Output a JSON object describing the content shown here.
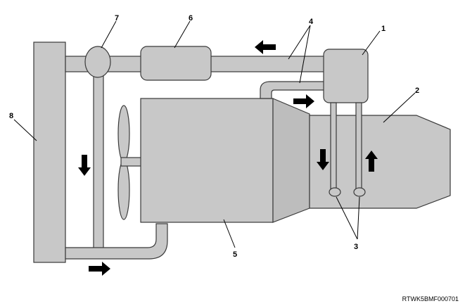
{
  "callouts": {
    "c1": "1",
    "c2": "2",
    "c3": "3",
    "c4": "4",
    "c5": "5",
    "c6": "6",
    "c7": "7",
    "c8": "8"
  },
  "figure_code": "RTWK5BMF000701"
}
